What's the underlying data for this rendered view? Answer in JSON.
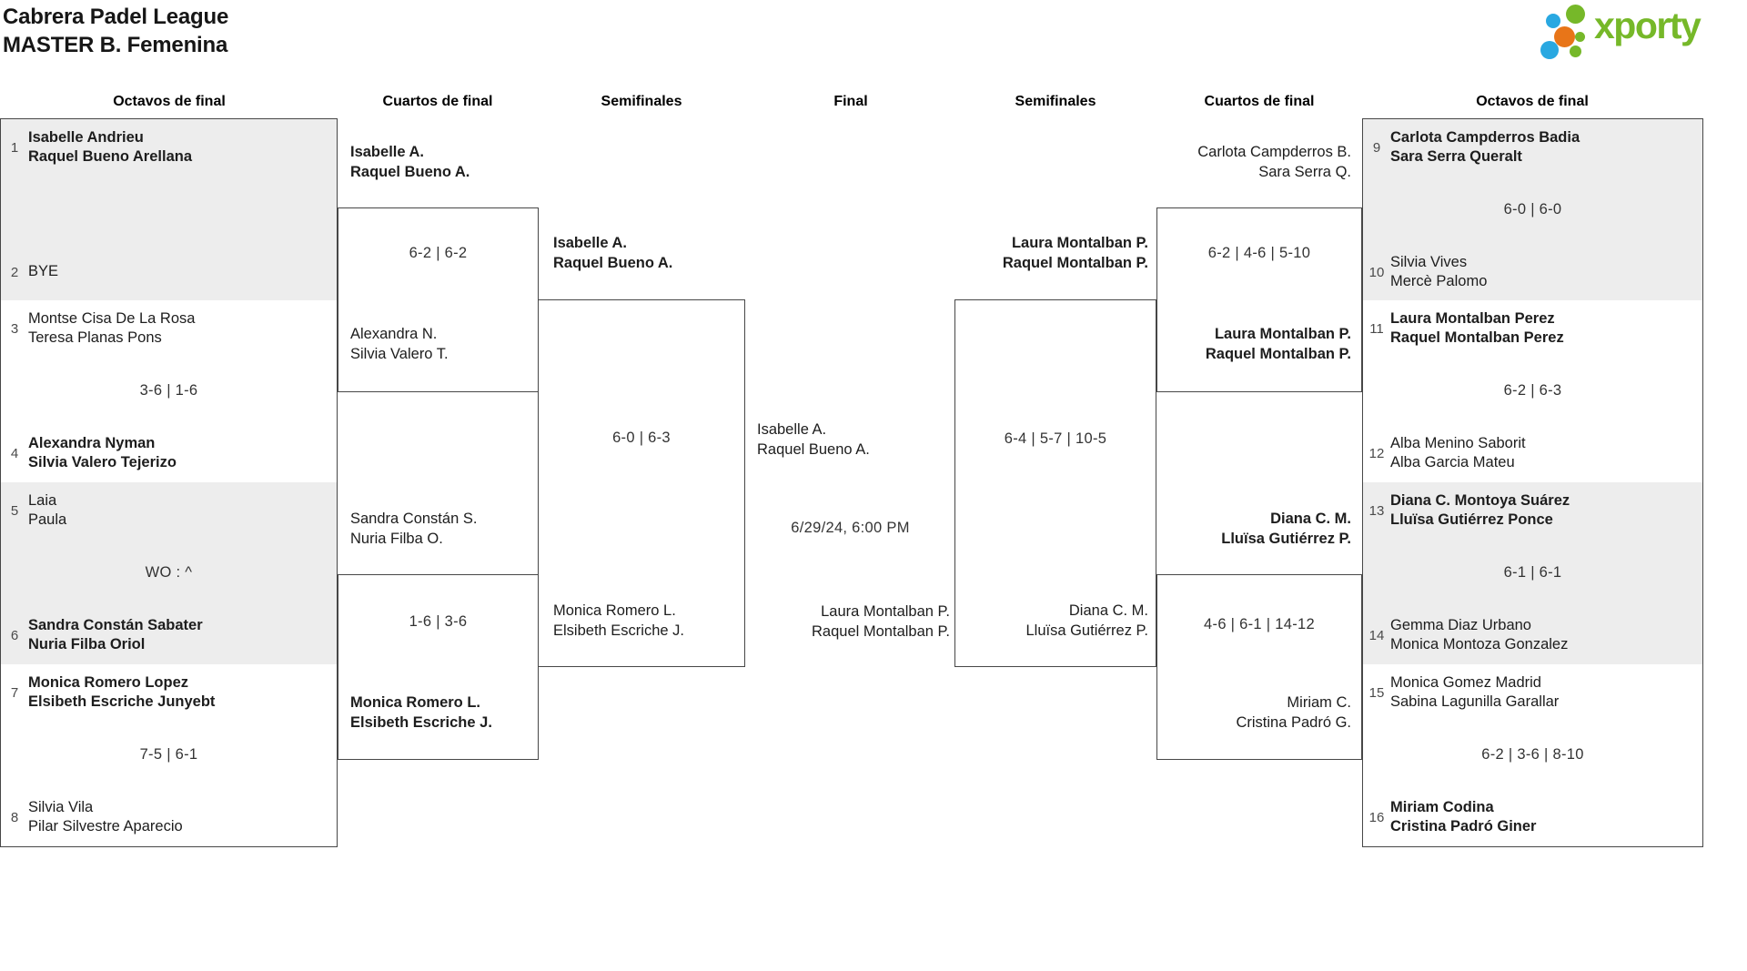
{
  "header": {
    "title_line1": "Cabrera Padel League",
    "title_line2": "MASTER B. Femenina",
    "logo_text": "xporty"
  },
  "colors": {
    "box_fill_alt": "#ededed",
    "border": "#474747",
    "logo_green": "#76b829",
    "logo_blue": "#29a8e1",
    "logo_orange": "#e87518"
  },
  "round_headers": [
    {
      "label": "Octavos de final"
    },
    {
      "label": "Cuartos de final"
    },
    {
      "label": "Semifinales"
    },
    {
      "label": "Final"
    },
    {
      "label": "Semifinales"
    },
    {
      "label": "Cuartos de final"
    },
    {
      "label": "Octavos de final"
    }
  ],
  "matches": {
    "oct_l": [
      {
        "seed1": "1",
        "t1a": "Isabelle Andrieu",
        "t1b": "Raquel Bueno Arellana",
        "bold1": true,
        "score": "",
        "seed2": "2",
        "t2a": "BYE",
        "bold2": false
      },
      {
        "seed1": "3",
        "t1a": "Montse Cisa De La Rosa",
        "t1b": "Teresa Planas Pons",
        "bold1": false,
        "score": "3-6 | 1-6",
        "seed2": "4",
        "t2a": "Alexandra Nyman",
        "t2b": "Silvia Valero Tejerizo",
        "bold2": true
      },
      {
        "seed1": "5",
        "t1a": "Laia",
        "t1b": "Paula",
        "bold1": false,
        "score": "WO : ^",
        "seed2": "6",
        "t2a": "Sandra Constán Sabater",
        "t2b": "Nuria Filba Oriol",
        "bold2": true
      },
      {
        "seed1": "7",
        "t1a": "Monica Romero Lopez",
        "t1b": "Elsibeth Escriche Junyebt",
        "bold1": true,
        "score": "7-5 | 6-1",
        "seed2": "8",
        "t2a": "Silvia Vila",
        "t2b": "Pilar Silvestre Aparecio",
        "bold2": false
      }
    ],
    "oct_r": [
      {
        "seed1": "9",
        "t1a": "Carlota Campderros Badia",
        "t1b": "Sara Serra Queralt",
        "bold1": true,
        "score": "6-0 | 6-0",
        "seed2": "10",
        "t2a": "Silvia Vives",
        "t2b": "Mercè Palomo",
        "bold2": false
      },
      {
        "seed1": "11",
        "t1a": "Laura Montalban Perez",
        "t1b": "Raquel Montalban Perez",
        "bold1": true,
        "score": "6-2 | 6-3",
        "seed2": "12",
        "t2a": "Alba Menino Saborit",
        "t2b": "Alba Garcia Mateu",
        "bold2": false
      },
      {
        "seed1": "13",
        "t1a": "Diana C. Montoya Suárez",
        "t1b": "Lluïsa Gutiérrez Ponce",
        "bold1": true,
        "score": "6-1 | 6-1",
        "seed2": "14",
        "t2a": "Gemma Diaz Urbano",
        "t2b": "Monica Montoza Gonzalez",
        "bold2": false
      },
      {
        "seed1": "15",
        "t1a": "Monica Gomez Madrid",
        "t1b": "Sabina Lagunilla Garallar",
        "bold1": false,
        "score": "6-2 | 3-6 | 8-10",
        "seed2": "16",
        "t2a": "Miriam Codina",
        "t2b": "Cristina Padró Giner",
        "bold2": true
      }
    ],
    "q_l": [
      {
        "t1a": "Isabelle A.",
        "t1b": "Raquel Bueno A.",
        "bold1": true,
        "score": "6-2 | 6-2",
        "t2a": "Alexandra N.",
        "t2b": "Silvia Valero T.",
        "bold2": false
      },
      {
        "t1a": "Sandra Constán S.",
        "t1b": "Nuria Filba O.",
        "bold1": false,
        "score": "1-6 | 3-6",
        "t2a": "Monica Romero L.",
        "t2b": "Elsibeth Escriche J.",
        "bold2": true
      }
    ],
    "s_l": {
      "t1a": "Isabelle A.",
      "t1b": "Raquel Bueno A.",
      "bold1": true,
      "score": "6-0 | 6-3",
      "t2a": "Monica Romero L.",
      "t2b": "Elsibeth Escriche J.",
      "bold2": false
    },
    "final": {
      "t1a": "Isabelle A.",
      "t1b": "Raquel Bueno A.",
      "bold1": false,
      "schedule": "6/29/24, 6:00 PM",
      "t2a": "Laura Montalban P.",
      "t2b": "Raquel Montalban P.",
      "bold2": false
    },
    "s_r": {
      "t1a": "Laura Montalban P.",
      "t1b": "Raquel Montalban P.",
      "bold1": true,
      "score": "6-4 | 5-7 | 10-5",
      "t2a": "Diana C. M.",
      "t2b": "Lluïsa Gutiérrez P.",
      "bold2": false
    },
    "q_r": [
      {
        "t1a": "Carlota Campderros B.",
        "t1b": "Sara Serra Q.",
        "bold1": false,
        "score": "6-2 | 4-6 | 5-10",
        "t2a": "Laura Montalban P.",
        "t2b": "Raquel Montalban P.",
        "bold2": true
      },
      {
        "t1a": "Diana C. M.",
        "t1b": "Lluïsa Gutiérrez P.",
        "bold1": true,
        "score": "4-6 | 6-1 | 14-12",
        "t2a": "Miriam C.",
        "t2b": "Cristina Padró G.",
        "bold2": false
      }
    ]
  }
}
